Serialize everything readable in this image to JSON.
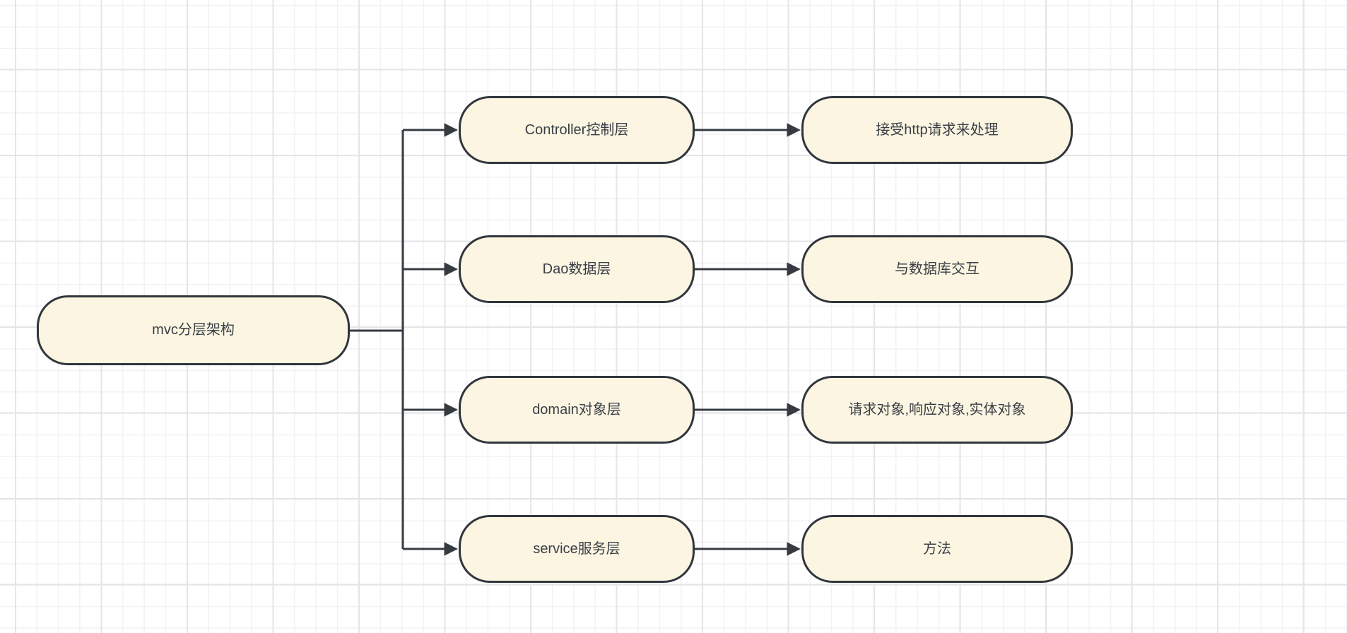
{
  "colors": {
    "canvas_bg": "#ffffff",
    "grid_minor": "#f2f2f4",
    "grid_major": "#e5e5e8",
    "node_fill": "#fbf5e2",
    "node_border": "#31363d",
    "edge": "#363b42",
    "text": "#3a3f45"
  },
  "diagram": {
    "type": "mindmap",
    "root": {
      "label": "mvc分层架构"
    },
    "branches": [
      {
        "layer": "Controller控制层",
        "desc": "接受http请求来处理"
      },
      {
        "layer": "Dao数据层",
        "desc": "与数据库交互"
      },
      {
        "layer": "domain对象层",
        "desc": "请求对象,响应对象,实体对象"
      },
      {
        "layer": "service服务层",
        "desc": "方法"
      }
    ]
  }
}
